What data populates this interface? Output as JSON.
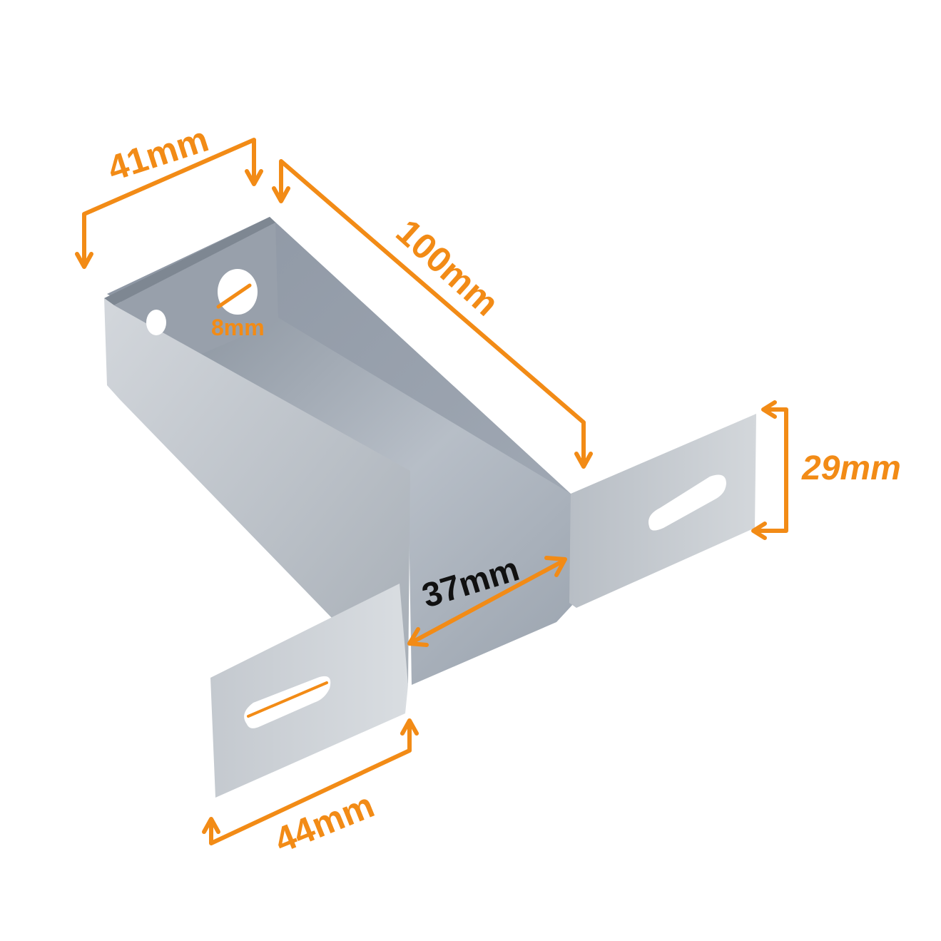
{
  "colors": {
    "dimension": "#F28B16",
    "label_dark": "#111111",
    "metal_light": "#C9CED4",
    "metal_mid": "#A9B0B9",
    "metal_dark": "#7F8893",
    "metal_inner": "#9AA2AD",
    "background": "#FFFFFF"
  },
  "dimensions": {
    "width_top": "41mm",
    "length": "100mm",
    "hole": "8mm",
    "height_flange": "29mm",
    "inner_width": "37mm",
    "flange_length": "44mm"
  }
}
